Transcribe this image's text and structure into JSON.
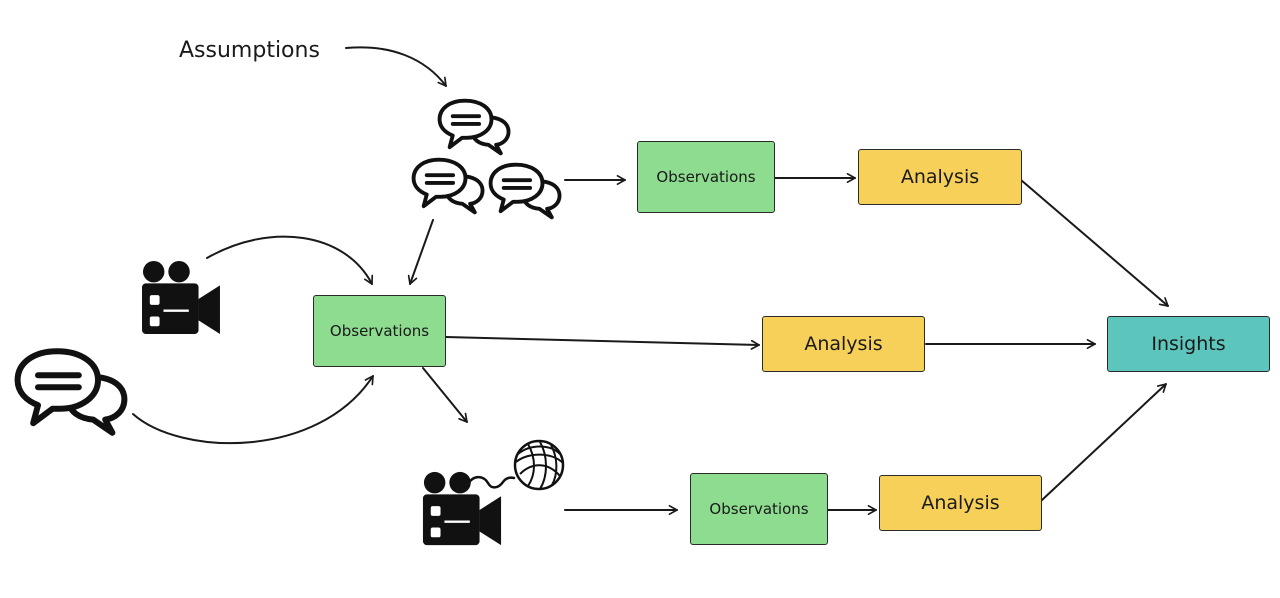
{
  "colors": {
    "observations": "#8ddc8f",
    "analysis": "#f7d05a",
    "insights": "#5cc5bc",
    "stroke": "#1a1a1a"
  },
  "labels": {
    "assumptions": "Assumptions"
  },
  "nodes": {
    "obs_top": "Observations",
    "obs_mid": "Observations",
    "obs_bottom": "Observations",
    "analysis_top": "Analysis",
    "analysis_mid": "Analysis",
    "analysis_bottom": "Analysis",
    "insights": "Insights"
  },
  "icons": {
    "chat_top_single": "chat-bubbles-icon",
    "chat_top_pair_left": "chat-bubbles-icon",
    "chat_top_pair_right": "chat-bubbles-icon",
    "chat_left": "chat-bubbles-icon",
    "camera_left": "video-camera-icon",
    "camera_bottom": "video-camera-icon",
    "yarn": "yarn-ball-icon"
  }
}
